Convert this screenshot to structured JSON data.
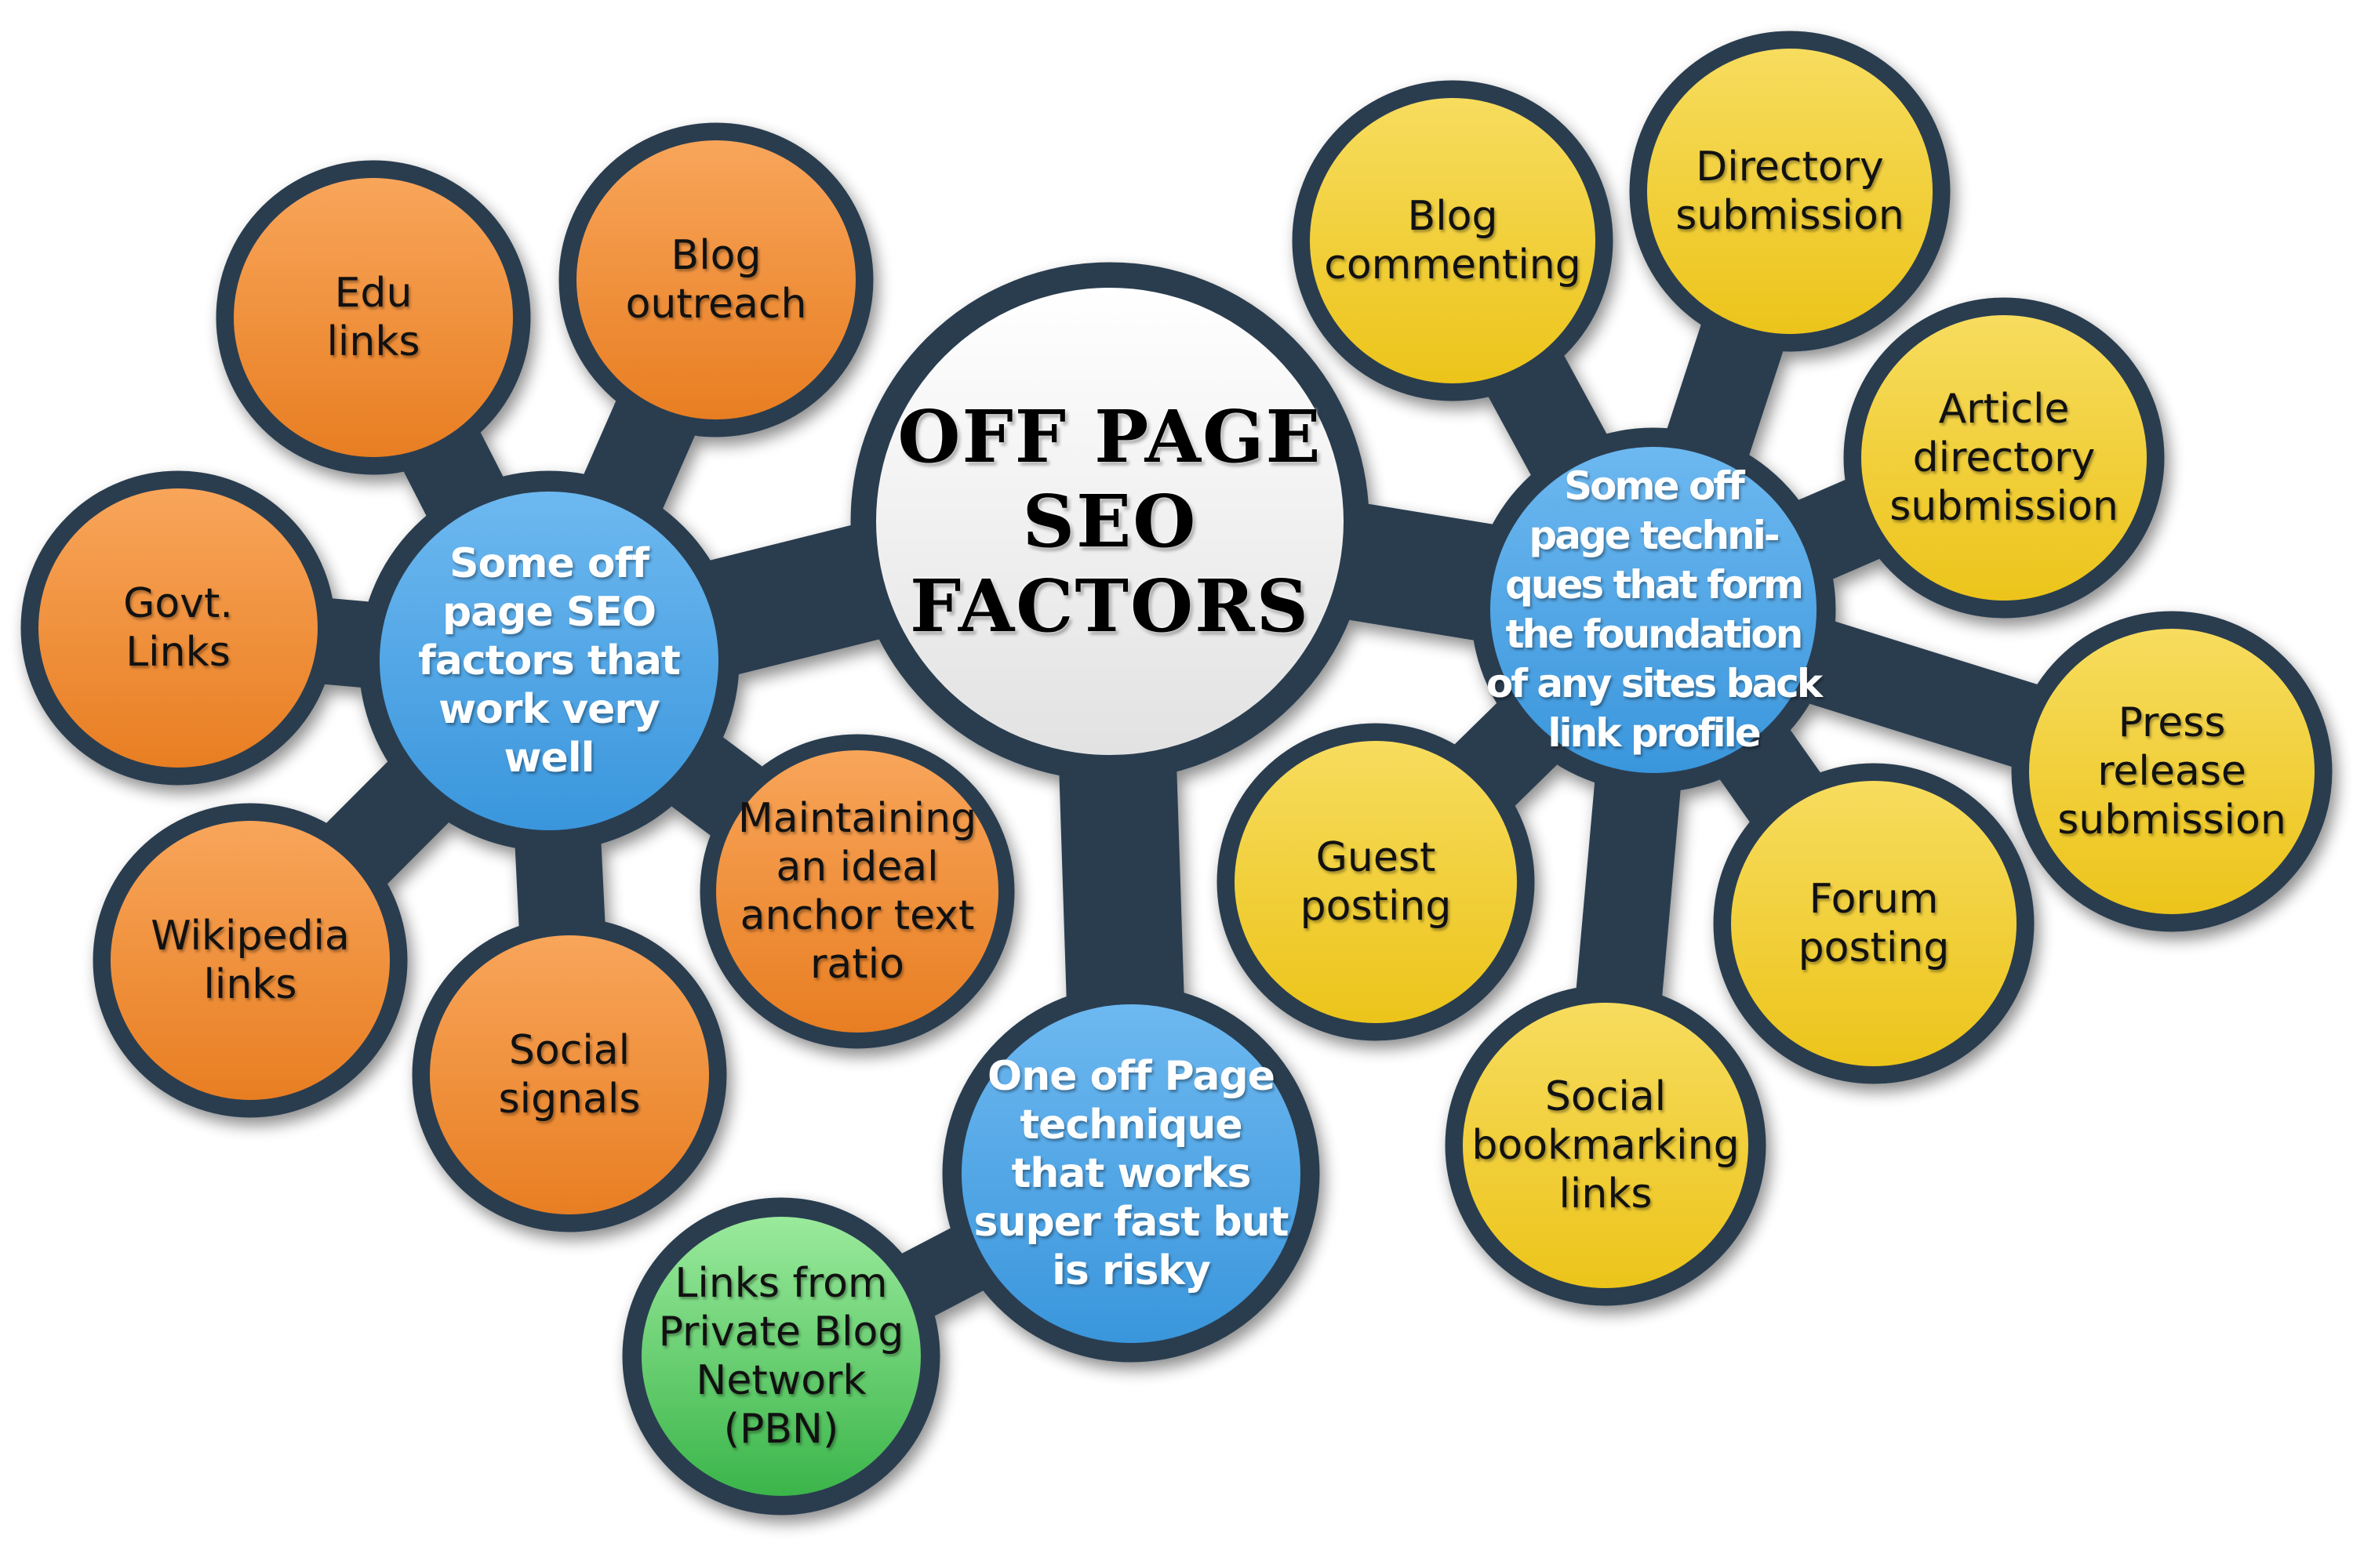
{
  "colors": {
    "connector": "#2c3e50",
    "background": "#ffffff",
    "orange_top": "#f8a55a",
    "orange_bottom": "#e87e22",
    "yellow_top": "#f7dc5e",
    "yellow_bottom": "#ecc41a",
    "blue_top": "#6db8f0",
    "blue_bottom": "#3a96dc",
    "green_top": "#9aea9c",
    "green_bottom": "#3bb54a",
    "center_top": "#ffffff",
    "center_bottom": "#e4e4e4"
  },
  "center": {
    "title": "OFF PAGE\nSEO\nFACTORS"
  },
  "hubs": {
    "left": "Some off\npage SEO\nfactors that\nwork very\nwell",
    "right": "Some off\npage techni-\nques that form\nthe foundation\nof any sites back\nlink profile",
    "bottom": "One off Page\ntechnique\nthat works\nsuper fast but\nis risky"
  },
  "left_factors": {
    "edu": "Edu\nlinks",
    "blog_outreach": "Blog\noutreach",
    "govt": "Govt.\nLinks",
    "wikipedia": "Wikipedia\nlinks",
    "social_signals": "Social\nsignals",
    "anchor_text": "Maintaining\nan ideal\nanchor text\nratio"
  },
  "right_factors": {
    "blog_commenting": "Blog\ncommenting",
    "directory": "Directory\nsubmission",
    "article_directory": "Article\ndirectory\nsubmission",
    "press_release": "Press\nrelease\nsubmission",
    "forum": "Forum\nposting",
    "guest": "Guest\nposting",
    "social_bookmarking": "Social\nbookmarking\nlinks"
  },
  "bottom_factors": {
    "pbn": "Links from\nPrivate Blog\nNetwork\n(PBN)"
  }
}
